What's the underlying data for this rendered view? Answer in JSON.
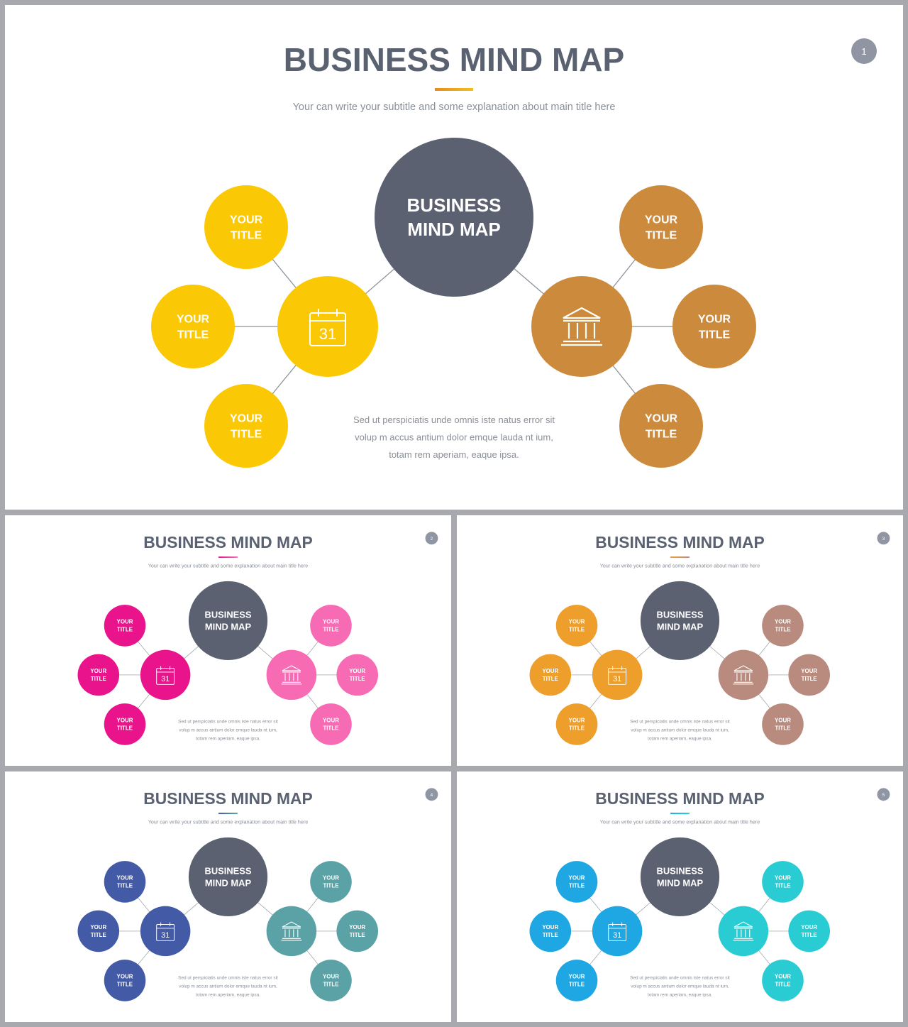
{
  "center": {
    "line1": "BUSINESS",
    "line2": "MIND MAP"
  },
  "node": {
    "line1": "YOUR",
    "line2": "TITLE"
  },
  "calendar_day": "31",
  "title_color": "#5a6170",
  "subtitle_color": "#8a8f98",
  "center_color": "#5b6170",
  "connector_color": "#8c939c",
  "slides": [
    {
      "number": "1",
      "title": "BUSINESS MIND MAP",
      "subtitle": "Your can write your subtitle and some explanation about main title here",
      "body": [
        "Sed ut perspiciatis unde omnis iste natus error sit",
        "volup m accus antium dolor emque lauda nt ium,",
        "totam rem aperiam, eaque ipsa."
      ],
      "left_color": "#fbc806",
      "right_color": "#cc8a3c",
      "accent": [
        "#e88a1a",
        "#f2c01c"
      ]
    },
    {
      "number": "2",
      "title": "BUSINESS MIND MAP",
      "subtitle": "Your can write your subtitle and some explanation about main title here",
      "body": [
        "Sed ut perspiciatis unde omnis iste natus error sit",
        "volup m accus antium dolor emque lauda nt ium,",
        "totam rem aperiam, eaque ipsa."
      ],
      "left_color": "#e9138b",
      "right_color": "#f66bb3",
      "accent": [
        "#e9138b",
        "#f66bb3"
      ]
    },
    {
      "number": "3",
      "title": "BUSINESS MIND MAP",
      "subtitle": "Your can write your subtitle and some explanation about main title here",
      "body": [
        "Sed ut perspiciatis unde omnis iste natus error sit",
        "volup m accus antium dolor emque lauda nt ium,",
        "totam rem aperiam, eaque ipsa."
      ],
      "left_color": "#ed9e2b",
      "right_color": "#b88b7e",
      "accent": [
        "#ed9e2b",
        "#b88b7e"
      ]
    },
    {
      "number": "4",
      "title": "BUSINESS MIND MAP",
      "subtitle": "Your can write your subtitle and some explanation about main title here",
      "body": [
        "Sed ut perspiciatis unde omnis iste natus error sit",
        "volup m accus antium dolor emque lauda nt ium,",
        "totam rem aperiam, eaque ipsa."
      ],
      "left_color": "#435aa6",
      "right_color": "#5ba2a6",
      "accent": [
        "#435aa6",
        "#5ba2a6"
      ]
    },
    {
      "number": "5",
      "title": "BUSINESS MIND MAP",
      "subtitle": "Your can write your subtitle and some explanation about main title here",
      "body": [
        "Sed ut perspiciatis unde omnis iste natus error sit",
        "volup m accus antium dolor emque lauda nt ium,",
        "totam rem aperiam, eaque ipsa."
      ],
      "left_color": "#1ea7e2",
      "right_color": "#29ccd2",
      "accent": [
        "#1ea7e2",
        "#29ccd2"
      ]
    }
  ]
}
